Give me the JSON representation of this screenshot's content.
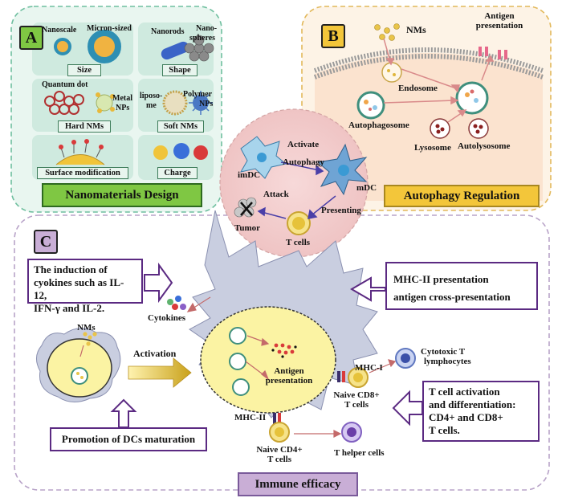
{
  "panel_a": {
    "letter": "A",
    "title": "Nanomaterials Design",
    "size": {
      "left": "Nanoscale",
      "right": "Micron-sized",
      "caption": "Size"
    },
    "shape": {
      "left": "Nanorods",
      "right_line1": "Nano-",
      "right_line2": "spheres",
      "caption": "Shape"
    },
    "hard": {
      "left": "Quantum dot",
      "right_line1": "Metal",
      "right_line2": "NPs",
      "caption": "Hard NMs"
    },
    "soft": {
      "left_line1": "liposo-",
      "left_line2": "me",
      "right_line1": "Polymer",
      "right_line2": "NPs",
      "caption": "Soft NMs"
    },
    "surface": {
      "caption": "Surface modification"
    },
    "charge": {
      "caption": "Charge"
    }
  },
  "panel_b": {
    "letter": "B",
    "title": "Autophagy Regulation",
    "nms": "NMs",
    "antigen_line1": "Antigen",
    "antigen_line2": "presentation",
    "endosome": "Endosome",
    "autophagosome": "Autophagosome",
    "lysosome": "Lysosome",
    "autolysosome": "Autolysosome"
  },
  "center": {
    "activate": "Activate",
    "autophagy": "Autophagy",
    "imdc": "imDC",
    "mdc": "mDC",
    "attack": "Attack",
    "tumor": "Tumor",
    "presenting": "Presenting",
    "t_cells": "T cells"
  },
  "panel_c": {
    "letter": "C",
    "title": "Immune efficacy",
    "induction_line1": "The induction of",
    "induction_line2": "cyokines such as IL-12,",
    "induction_line3": "IFN-γ and IL-2.",
    "cytokines": "Cytokines",
    "mhc_line1": "MHC-II presentation",
    "mhc_line2": "antigen cross-presentation",
    "nms": "NMs",
    "activation": "Activation",
    "antigen_line1": "Antigen",
    "antigen_line2": "presentation",
    "mhc_i": "MHC-I",
    "mhc_ii": "MHC-II",
    "cyto_line1": "Cytotoxic T",
    "cyto_line2": "lymphocytes",
    "naive_cd8_line1": "Naive CD8+",
    "naive_cd8_line2": "T cells",
    "naive_cd4_line1": "Naive CD4+",
    "naive_cd4_line2": "T cells",
    "t_helper": "T helper cells",
    "tcell_line1": "T cell activation",
    "tcell_line2": "and differentiation:",
    "tcell_line3": "CD4+ and CD8+",
    "tcell_line4": "T cells.",
    "promotion": "Promotion of DCs maturation"
  },
  "colors": {
    "panel_a_border": "#6fbf9f",
    "panel_a_fill": "#e9f6f0",
    "panel_b_border": "#e2b85a",
    "panel_b_fill": "#fdf3e6",
    "panel_c_border": "#b8a3c8",
    "title_green": "#7fc743",
    "title_yellow": "#f3c63a",
    "title_purple": "#c9aed6",
    "arrow_purple": "#5b2a82"
  }
}
